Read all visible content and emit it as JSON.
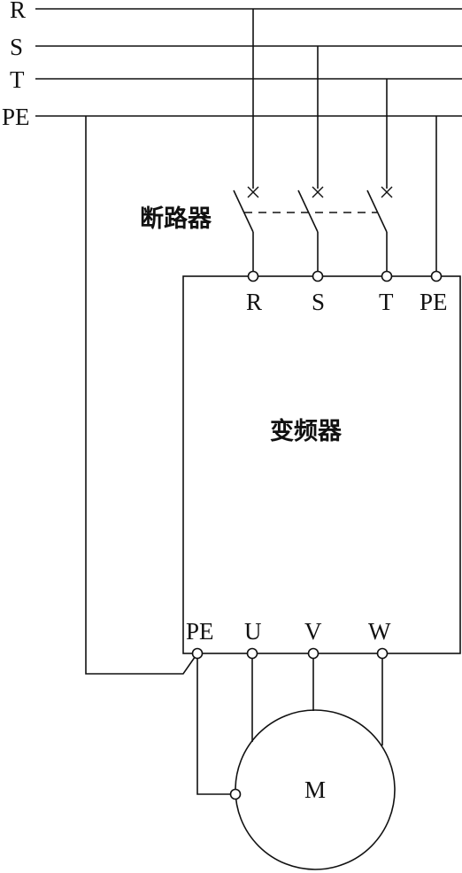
{
  "supply": {
    "lines": [
      "R",
      "S",
      "T",
      "PE"
    ]
  },
  "breaker": {
    "label": "断路器"
  },
  "inverter": {
    "label": "变频器",
    "input_terminals": [
      "R",
      "S",
      "T",
      "PE"
    ],
    "output_terminals": [
      "PE",
      "U",
      "V",
      "W"
    ]
  },
  "motor": {
    "label": "M"
  },
  "colors": {
    "line": "#111111",
    "background": "#ffffff"
  }
}
